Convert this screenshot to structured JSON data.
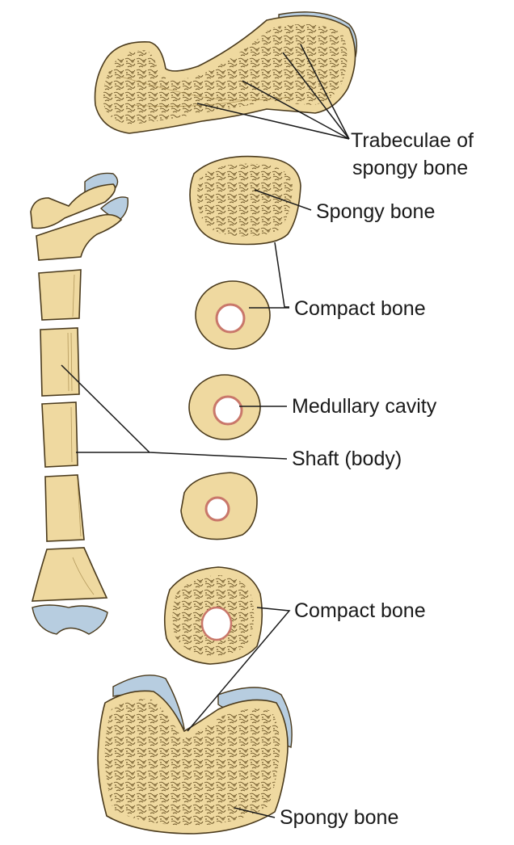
{
  "colors": {
    "bone": "#efd9a0",
    "bone_outline": "#4a3a1c",
    "cartilage": "#b7cde0",
    "marrow_rim": "#c9776a",
    "label_text": "#1a1a1a"
  },
  "labels": {
    "trabeculae_line1": "Trabeculae of",
    "trabeculae_line2": "spongy bone",
    "spongy_bone_top": "Spongy bone",
    "compact_bone_upper": "Compact bone",
    "medullary_cavity": "Medullary cavity",
    "shaft_body": "Shaft (body)",
    "compact_bone_lower": "Compact bone",
    "spongy_bone_bottom": "Spongy bone"
  }
}
